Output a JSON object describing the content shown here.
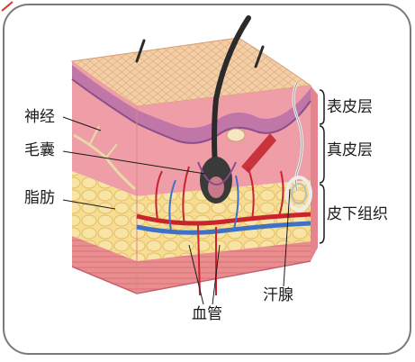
{
  "labels": {
    "nerve": "神经",
    "hair_follicle": "毛囊",
    "fat": "脂肪",
    "epidermis": "表皮层",
    "dermis": "真皮层",
    "subcutis": "皮下组织",
    "sweat_gland": "汗腺",
    "blood_vessel": "血管"
  },
  "colors": {
    "epidermis_top": "#f1c79e",
    "dermis": "#ef9ea8",
    "fat": "#f4d98c",
    "muscle": "#e47f84",
    "hair": "#2b2b2b",
    "artery": "#c9242e",
    "vein": "#3f72c4",
    "frame_border": "#7a7a7a"
  },
  "icons": [
    "hair-shaft",
    "sweat-gland-coil",
    "arrector-muscle"
  ]
}
